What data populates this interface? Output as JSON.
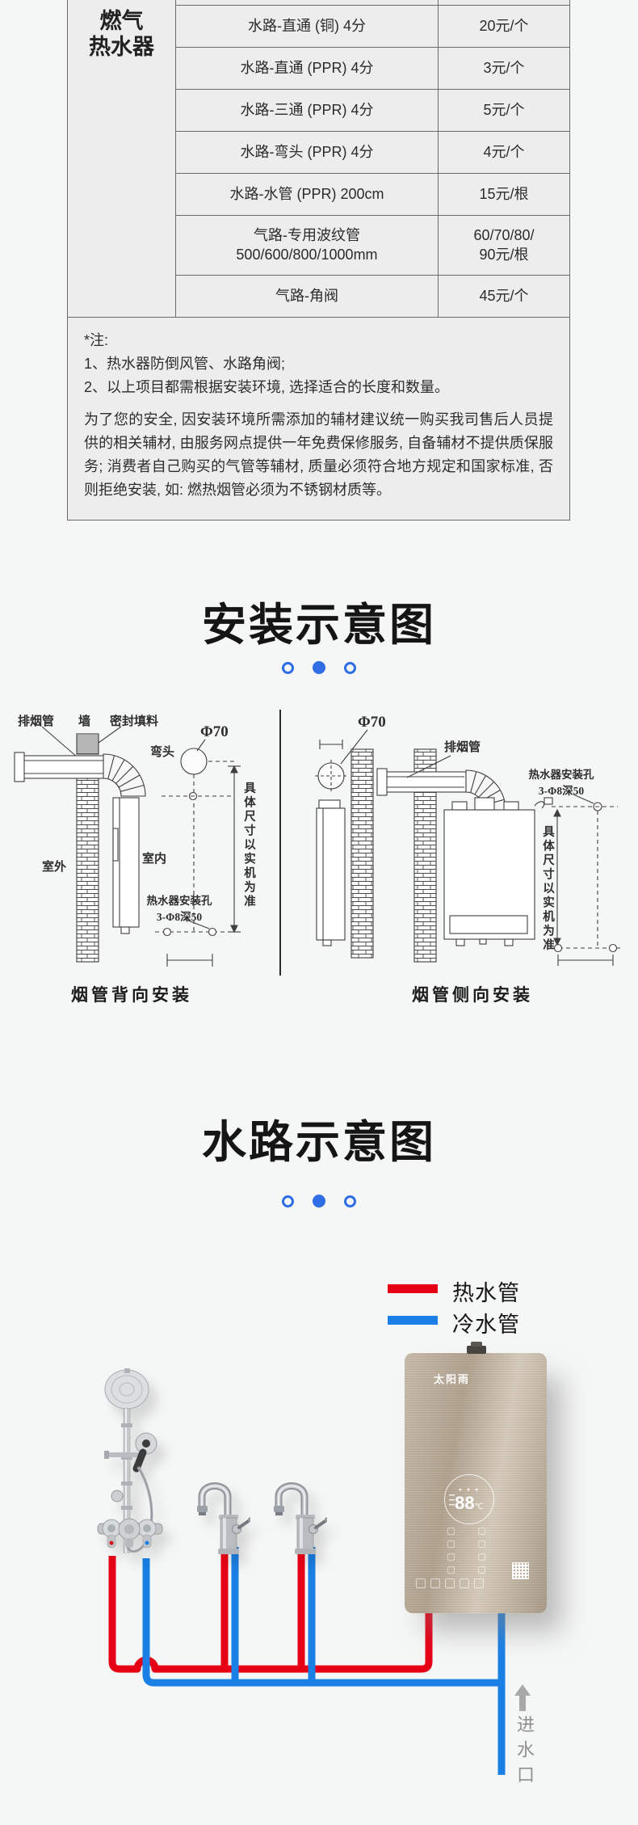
{
  "colors": {
    "accent_blue": "#2e6de4",
    "hot_pipe": "#e60016",
    "cold_pipe": "#1a80e6"
  },
  "price_table": {
    "category": "燃气\n热水器",
    "rows": [
      {
        "item": "水路-直通 (铜) 4分",
        "price": "20元/个"
      },
      {
        "item": "水路-直通 (PPR) 4分",
        "price": "3元/个"
      },
      {
        "item": "水路-三通 (PPR) 4分",
        "price": "5元/个"
      },
      {
        "item": "水路-弯头 (PPR) 4分",
        "price": "4元/个"
      },
      {
        "item": "水路-水管 (PPR) 200cm",
        "price": "15元/根"
      },
      {
        "item": "气路-专用波纹管\n500/600/800/1000mm",
        "price": "60/70/80/\n90元/根"
      },
      {
        "item": "气路-角阀",
        "price": "45元/个"
      }
    ]
  },
  "notes": {
    "title": "*注:",
    "item1": "1、热水器防倒风管、水路角阀;",
    "item2": "2、以上项目都需根据安装环境, 选择适合的长度和数量。",
    "paragraph": "为了您的安全, 因安装环境所需添加的辅材建议统一购买我司售后人员提供的相关辅材, 由服务网点提供一年免费保修服务, 自备辅材不提供质保服务; 消费者自己购买的气管等辅材, 质量必须符合地方规定和国家标准, 否则拒绝安装, 如: 燃热烟管必须为不锈钢材质等。"
  },
  "install_section": {
    "title": "安装示意图",
    "left": {
      "label_flue": "排烟管",
      "label_wall": "墙",
      "label_seal": "密封填料",
      "label_elbow": "弯头",
      "label_diameter": "Φ70",
      "label_outdoor": "室外",
      "label_indoor": "室内",
      "label_hole": "热水器安装孔\n3-Φ8深50",
      "label_dim": "具体尺寸以实机为准",
      "caption": "烟管背向安装"
    },
    "right": {
      "label_diameter": "Φ70",
      "label_flue": "排烟管",
      "label_hole": "热水器安装孔\n3-Φ8深50",
      "label_dim": "具体尺寸以实机为准",
      "caption": "烟管侧向安装"
    }
  },
  "water_section": {
    "title": "水路示意图",
    "legend_hot": "热水管",
    "legend_cold": "冷水管",
    "heater_brand": "太阳雨",
    "heater_temp": "88",
    "heater_temp_unit": "℃",
    "inlet_label": "进水口"
  }
}
